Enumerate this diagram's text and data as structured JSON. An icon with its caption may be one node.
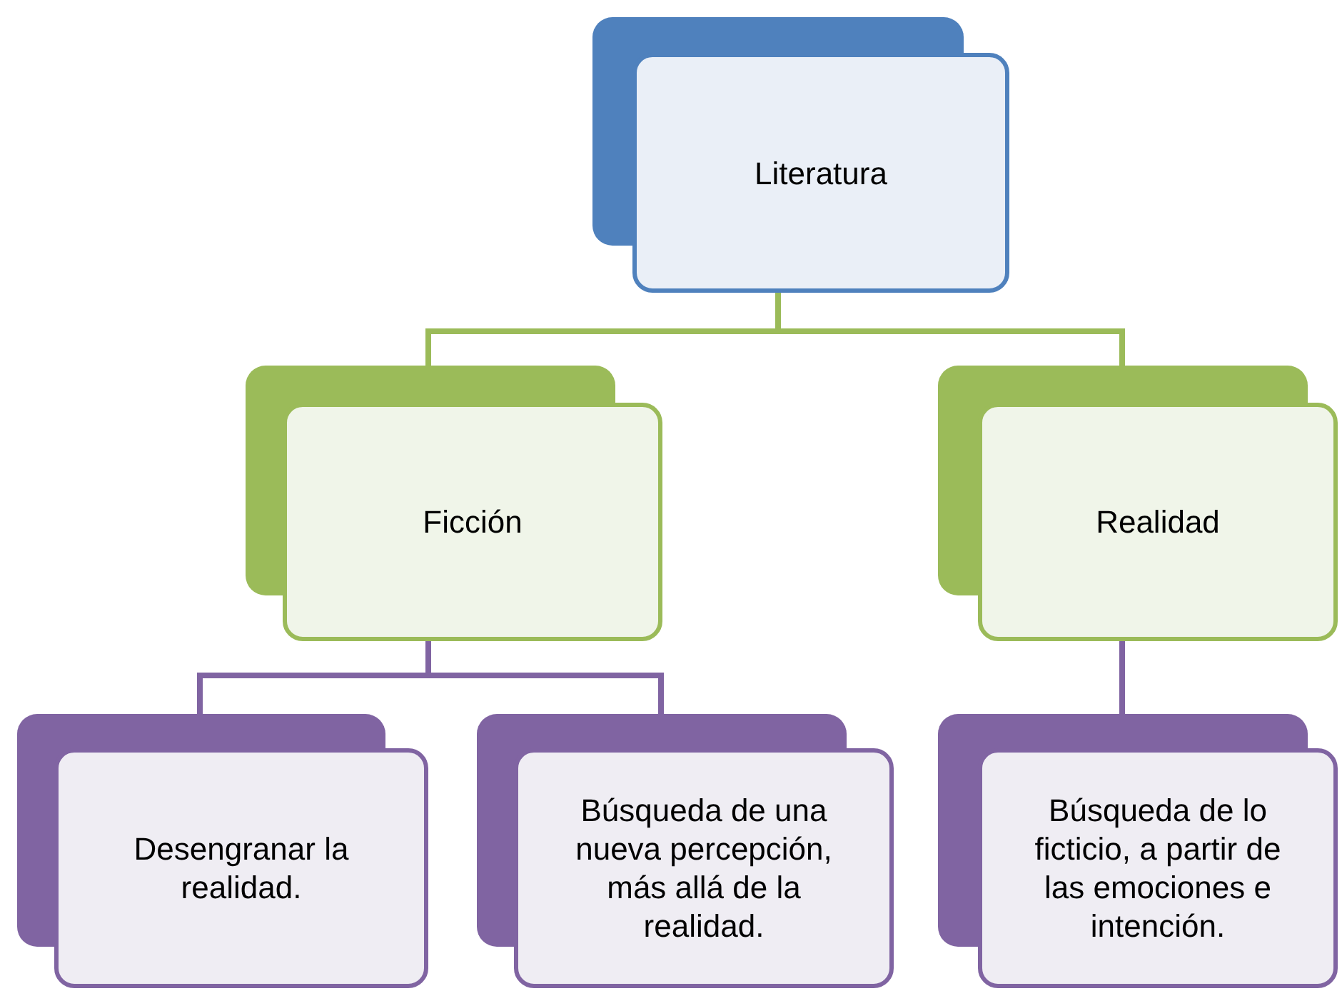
{
  "diagram": {
    "nodes": [
      {
        "text": [
          "Literatura"
        ]
      },
      {
        "text": [
          "Ficción"
        ]
      },
      {
        "text": [
          "Realidad"
        ]
      },
      {
        "text": [
          "Desengranar la realidad."
        ]
      },
      {
        "text": [
          "Búsqueda de una nueva percepción, más allá de la realidad."
        ]
      },
      {
        "text": [
          "Búsqueda de lo ficticio, a partir de las emociones e intención."
        ]
      }
    ],
    "edges": [
      {
        "from": 0,
        "to": 1,
        "arrow": "none",
        "color": "#9bbb59"
      },
      {
        "from": 0,
        "to": 2,
        "arrow": "none",
        "color": "#9bbb59"
      },
      {
        "from": 1,
        "to": 3,
        "arrow": "none"
      },
      {
        "from": 1,
        "to": 4,
        "arrow": "none"
      },
      {
        "from": 2,
        "to": 5,
        "arrow": "none"
      }
    ]
  }
}
